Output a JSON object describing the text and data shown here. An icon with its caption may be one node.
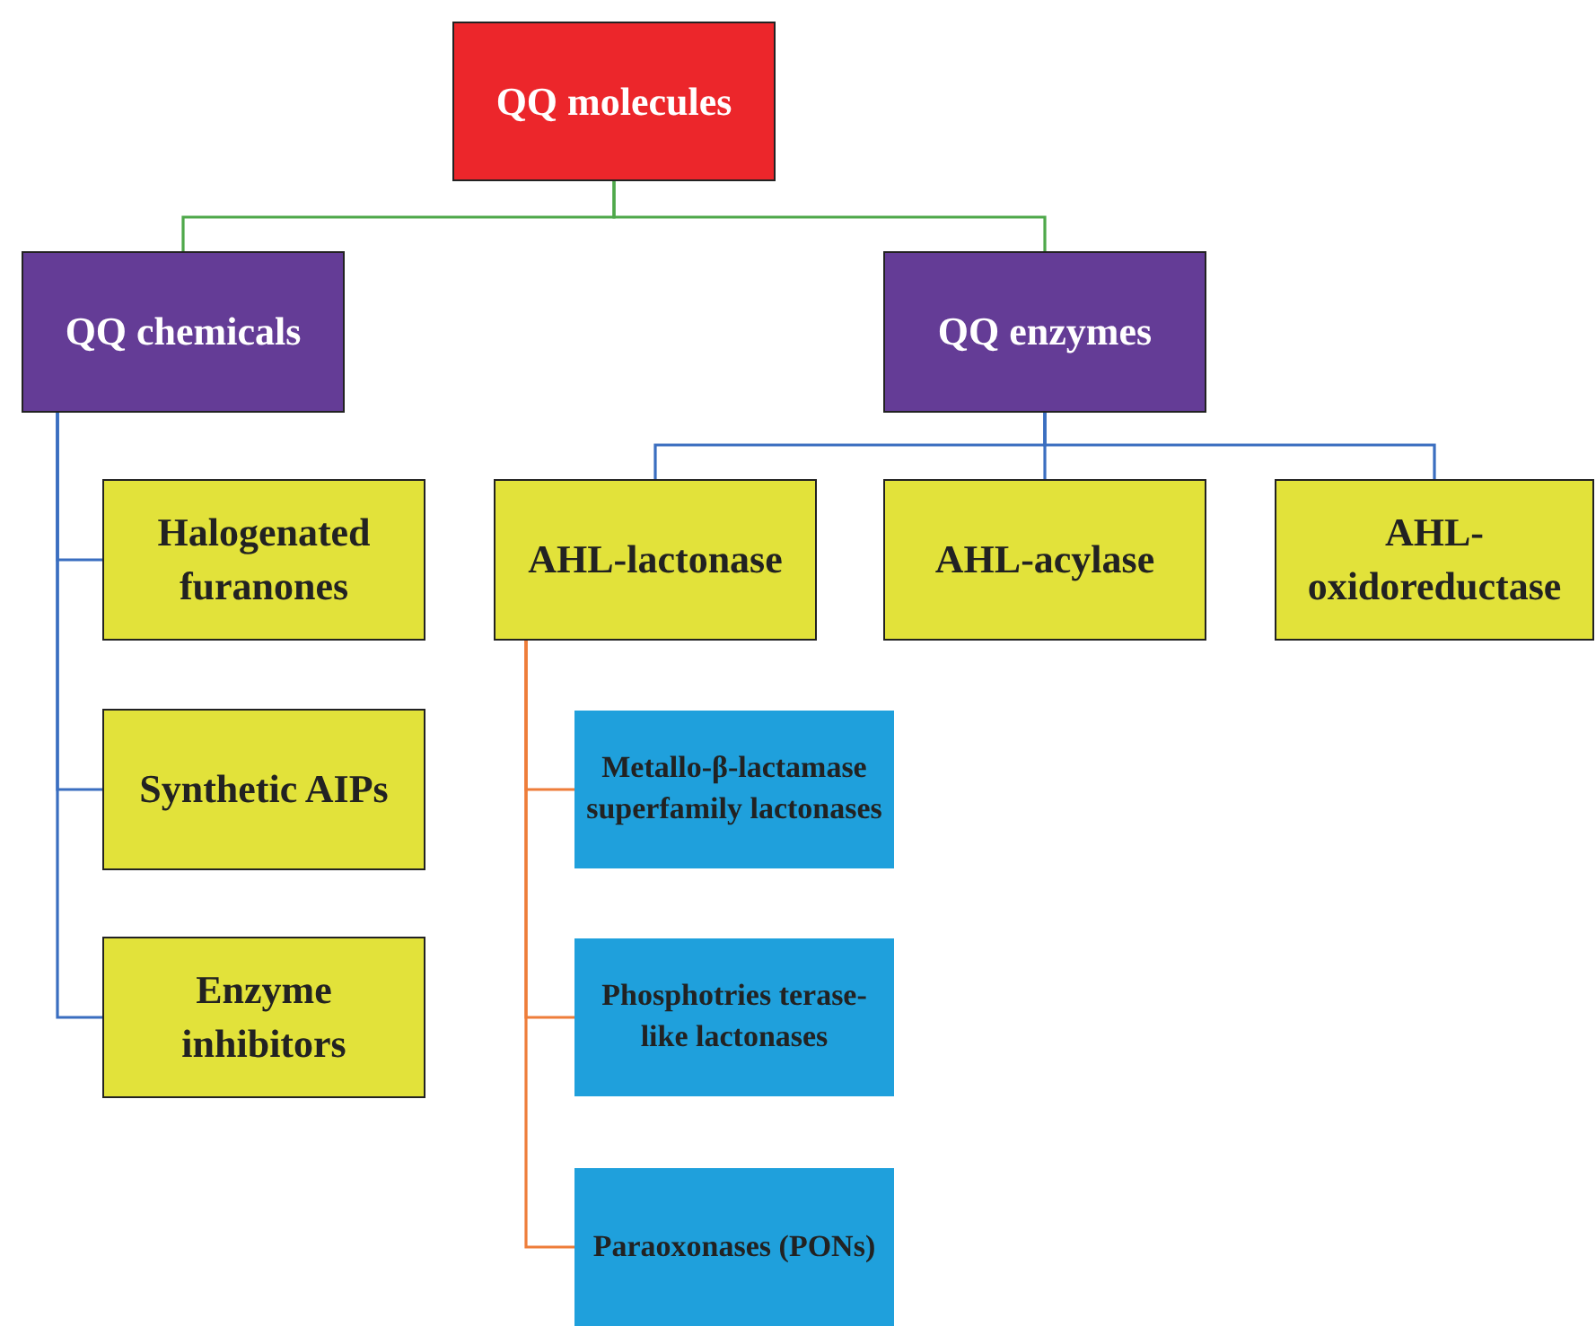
{
  "diagram": {
    "nodes": [
      {
        "text": [
          "QQ molecules"
        ]
      },
      {
        "text": [
          "QQ chemicals"
        ]
      },
      {
        "text": [
          "QQ enzymes"
        ]
      },
      {
        "text": [
          "Halogenated furanones"
        ]
      },
      {
        "text": [
          "Synthetic AIPs"
        ]
      },
      {
        "text": [
          "Enzyme inhibitors"
        ]
      },
      {
        "text": [
          "AHL-lactonase"
        ]
      },
      {
        "text": [
          "AHL-acylase"
        ]
      },
      {
        "text": [
          "AHL-oxidoreductase"
        ]
      },
      {
        "text": [
          "Metallo-β-lactamase superfamily lactonases"
        ]
      },
      {
        "text": [
          "Phosphotries terase-like lactonases"
        ]
      },
      {
        "text": [
          "Paraoxonases (PONs)"
        ]
      }
    ],
    "edges": [
      {
        "from": 0,
        "to": 1,
        "arrow": "none",
        "color": "#4ea84a"
      },
      {
        "from": 0,
        "to": 2,
        "arrow": "none",
        "color": "#4ea84a"
      },
      {
        "from": 1,
        "to": 3,
        "arrow": "none"
      },
      {
        "from": 1,
        "to": 4,
        "arrow": "none"
      },
      {
        "from": 1,
        "to": 5,
        "arrow": "none"
      },
      {
        "from": 2,
        "to": 6,
        "arrow": "none"
      },
      {
        "from": 2,
        "to": 7,
        "arrow": "none"
      },
      {
        "from": 2,
        "to": 8,
        "arrow": "none"
      },
      {
        "from": 6,
        "to": 9,
        "arrow": "none",
        "color": "#ee7d3a"
      },
      {
        "from": 6,
        "to": 10,
        "arrow": "none",
        "color": "#ee7d3a"
      },
      {
        "from": 6,
        "to": 11,
        "arrow": "none",
        "color": "#ee7d3a"
      }
    ]
  }
}
